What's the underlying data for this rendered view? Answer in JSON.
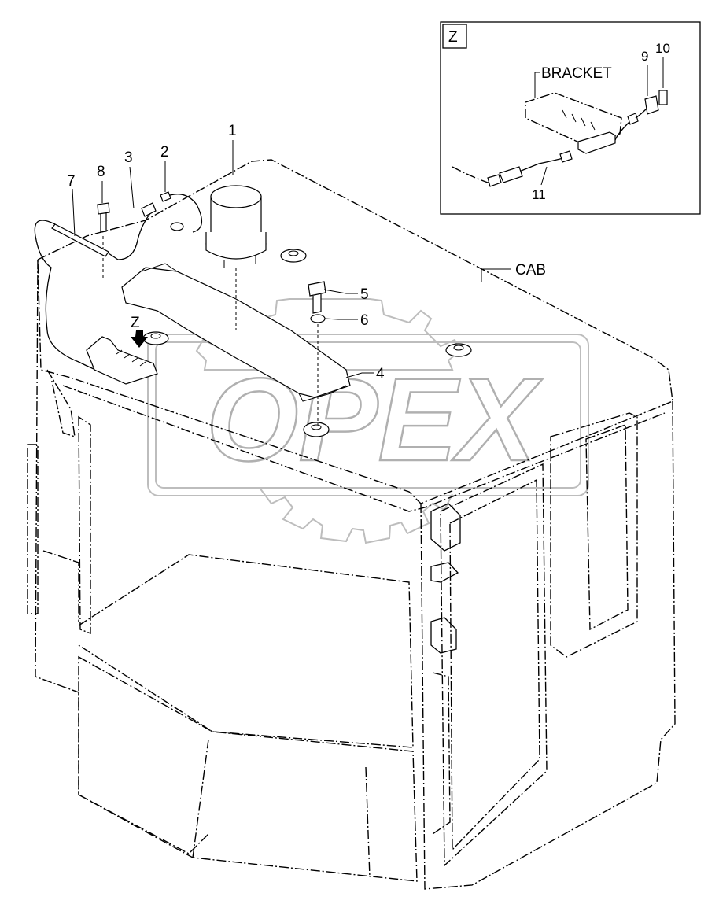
{
  "watermark": {
    "text": "OPEX"
  },
  "inset": {
    "view_label": "Z",
    "bracket_label": "BRACKET",
    "callouts": [
      "9",
      "10",
      "11"
    ]
  },
  "callouts": {
    "c1": "1",
    "c2": "2",
    "c3": "3",
    "c4": "4",
    "c5": "5",
    "c6": "6",
    "c7": "7",
    "c8": "8",
    "view_z": "Z",
    "cab": "CAB"
  }
}
